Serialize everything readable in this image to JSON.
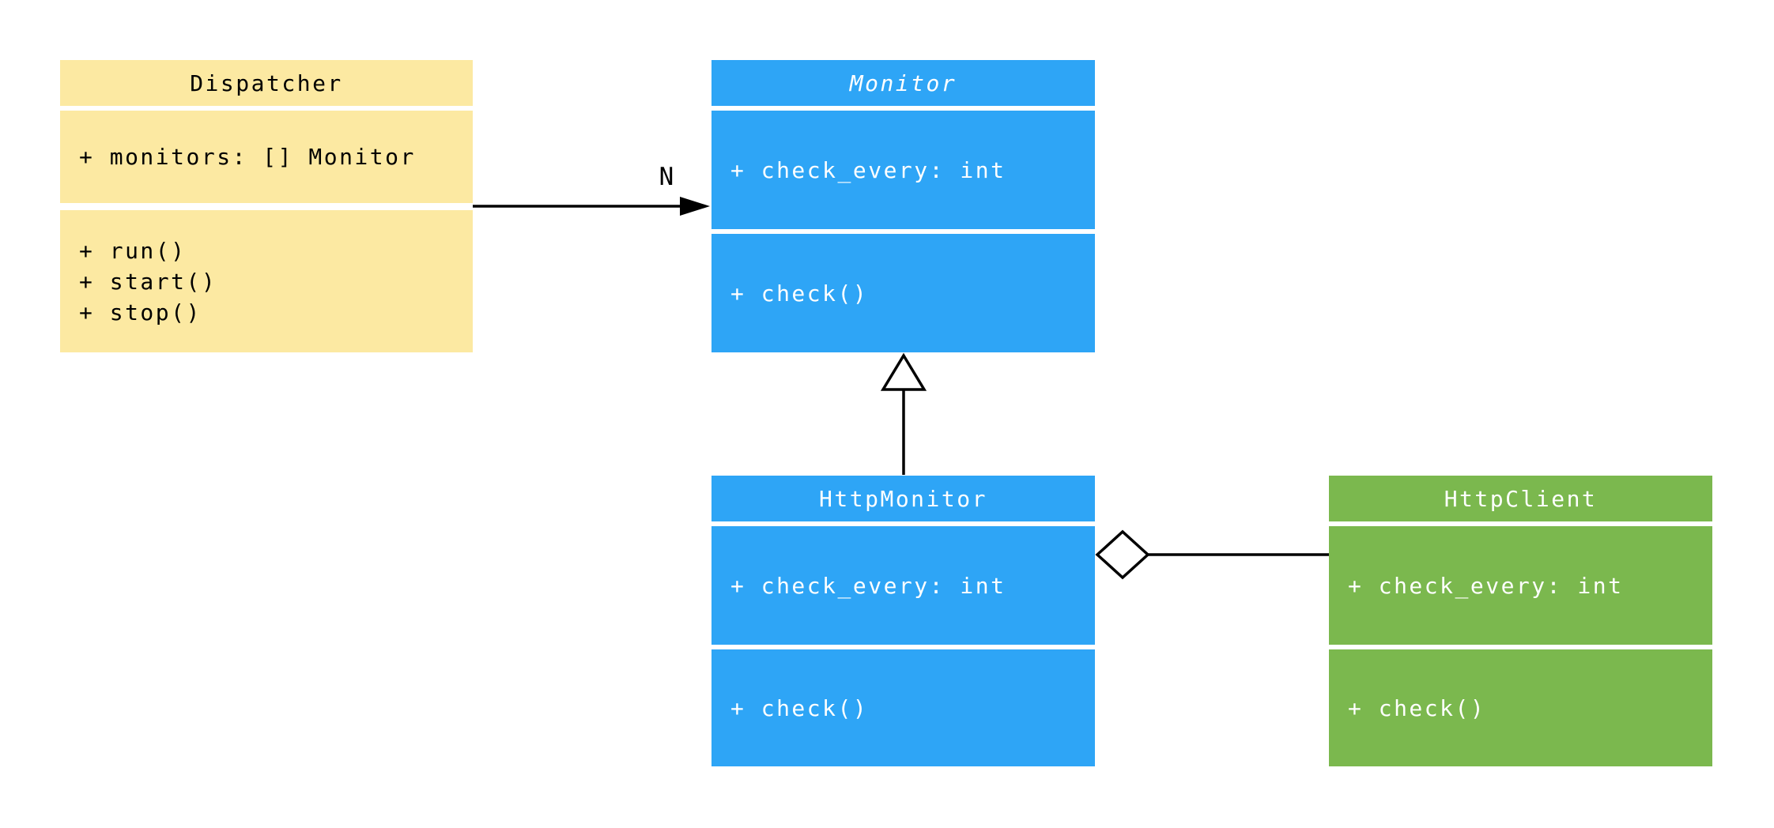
{
  "diagram": {
    "background": "#FFFFFF",
    "classes": [
      {
        "name": "Dispatcher",
        "abstract": false,
        "fill": "#FCE9A2",
        "text_color": "#000000",
        "attributes": [
          "+ monitors: [] Monitor"
        ],
        "methods": [
          "+ run()",
          "+ start()",
          "+ stop()"
        ]
      },
      {
        "name": "Monitor",
        "abstract": true,
        "fill": "#2EA5F6",
        "text_color": "#FFFFFF",
        "attributes": [
          "+ check_every: int"
        ],
        "methods": [
          "+ check()"
        ]
      },
      {
        "name": "HttpMonitor",
        "abstract": false,
        "fill": "#2EA5F6",
        "text_color": "#FFFFFF",
        "attributes": [
          "+ check_every: int"
        ],
        "methods": [
          "+ check()"
        ]
      },
      {
        "name": "HttpClient",
        "abstract": false,
        "fill": "#7BB84E",
        "text_color": "#FFFFFF",
        "attributes": [
          "+ check_every: int"
        ],
        "methods": [
          "+ check()"
        ]
      }
    ],
    "relationships": [
      {
        "from": "Dispatcher",
        "to": "Monitor",
        "type": "directed-association",
        "label": "N",
        "line_color": "#000000"
      },
      {
        "from": "HttpMonitor",
        "to": "Monitor",
        "type": "generalization",
        "label": "",
        "line_color": "#000000"
      },
      {
        "from": "HttpMonitor",
        "to": "HttpClient",
        "type": "aggregation",
        "label": "",
        "line_color": "#000000"
      }
    ]
  }
}
